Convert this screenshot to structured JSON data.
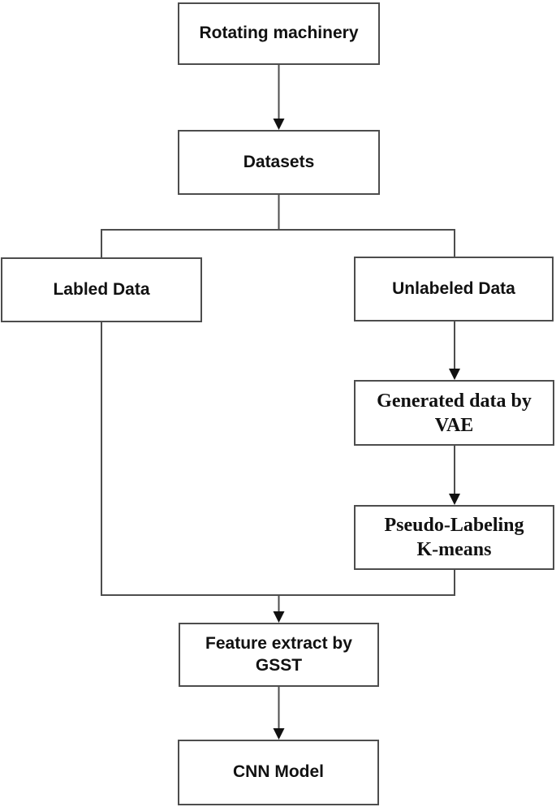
{
  "diagram": {
    "type": "flowchart",
    "nodes": {
      "rotating_machinery": {
        "label": "Rotating machinery"
      },
      "datasets": {
        "label": "Datasets"
      },
      "labled_data": {
        "label": "Labled Data"
      },
      "unlabeled_data": {
        "label": "Unlabeled Data"
      },
      "generated_vae": {
        "label": "Generated data by\nVAE"
      },
      "pseudo_labeling": {
        "label": "Pseudo-Labeling\nK-means"
      },
      "feature_extract": {
        "label": "Feature extract by\nGSST"
      },
      "cnn_model": {
        "label": "CNN Model"
      }
    },
    "edges": [
      {
        "from": "rotating_machinery",
        "to": "datasets",
        "arrow": true
      },
      {
        "from": "datasets",
        "to": "labled_data",
        "arrow": false
      },
      {
        "from": "datasets",
        "to": "unlabeled_data",
        "arrow": false
      },
      {
        "from": "unlabeled_data",
        "to": "generated_vae",
        "arrow": true
      },
      {
        "from": "generated_vae",
        "to": "pseudo_labeling",
        "arrow": true
      },
      {
        "from": "labled_data",
        "to": "feature_extract",
        "arrow": true
      },
      {
        "from": "pseudo_labeling",
        "to": "feature_extract",
        "arrow": true
      },
      {
        "from": "feature_extract",
        "to": "cnn_model",
        "arrow": true
      }
    ],
    "colors": {
      "border": "#4d4d4d",
      "line": "#4d4d4d",
      "arrowhead": "#111111",
      "text": "#111111",
      "background": "#ffffff"
    }
  }
}
